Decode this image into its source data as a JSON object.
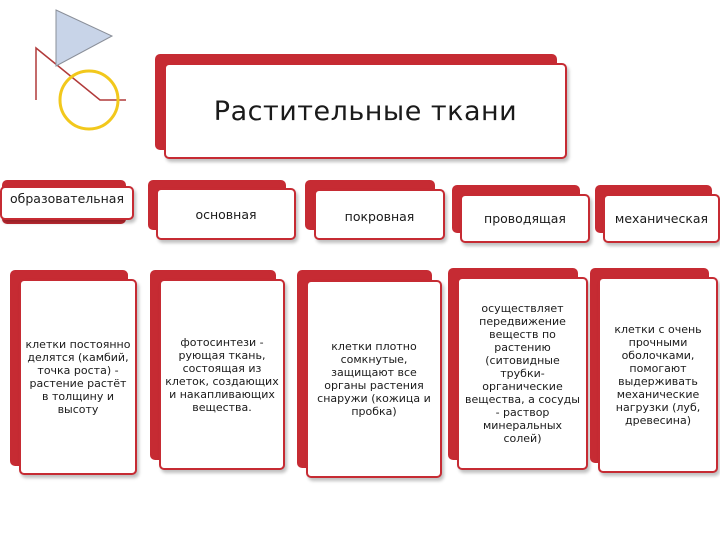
{
  "title": "Растительные ткани",
  "columns": [
    {
      "name": "образовательная",
      "description": "клетки постоянно делятся (камбий, точка роста) - растение растёт в толщину и высоту"
    },
    {
      "name": "основная",
      "description": "фотосинтези - рующая ткань, состоящая из клеток, создающих и накапливающих вещества."
    },
    {
      "name": "покровная",
      "description": "клетки плотно сомкнутые, защищают все органы растения снаружи (кожица и пробка)"
    },
    {
      "name": "проводящая",
      "description": "осуществляет передвижение веществ по растению (ситовидные трубки- органические вещества, а сосуды - раствор минеральных солей)"
    },
    {
      "name": "механическая",
      "description": "клетки с очень прочными оболочками, помогают выдерживать механические нагрузки (луб, древесина)"
    }
  ],
  "colors": {
    "accent": "#c62b33",
    "triangle_fill": "#c8d4e8",
    "circle_stroke": "#f2c81c"
  }
}
